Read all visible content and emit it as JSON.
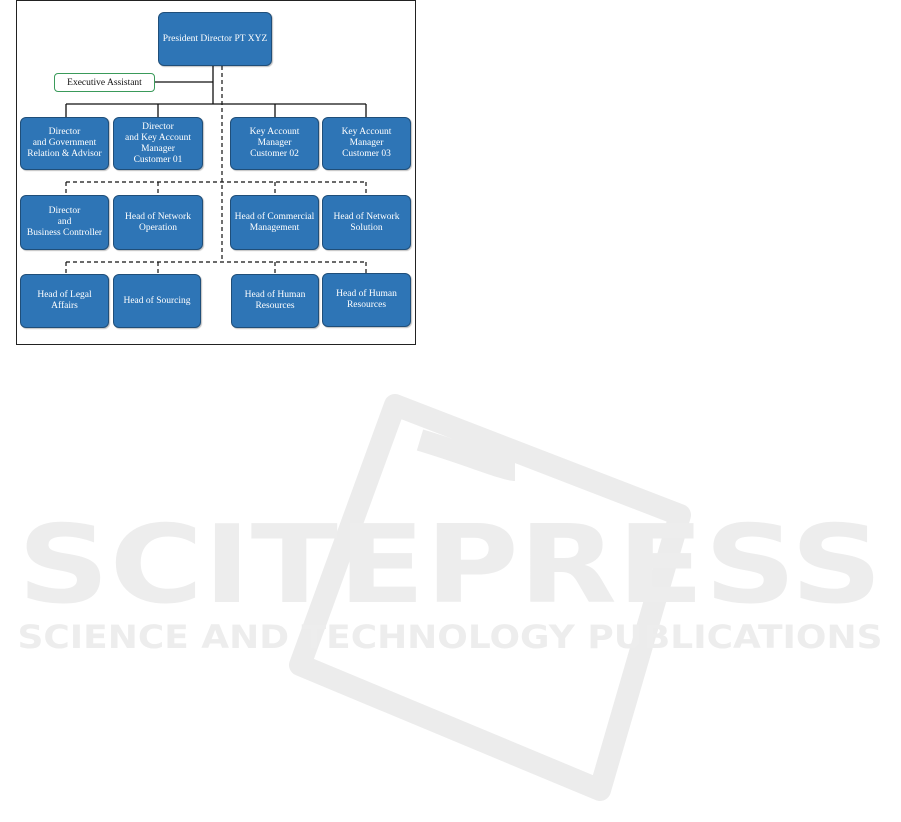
{
  "org_chart": {
    "president": "President Director PT XYZ",
    "assistant": "Executive Assistant",
    "row1": [
      "Director\nand Government\nRelation & Advisor",
      "Director\nand Key Account\nManager\nCustomer 01",
      "Key Account\nManager\nCustomer 02",
      "Key Account\nManager\nCustomer 03"
    ],
    "row2": [
      "Director\nand\nBusiness Controller",
      "Head of Network\nOperation",
      "Head of Commercial\nManagement",
      "Head of Network\nSolution"
    ],
    "row3": [
      "Head of Legal\nAffairs",
      "Head of Sourcing",
      "Head of Human\nResources",
      "Head of Human\nResources"
    ]
  },
  "watermark": {
    "title": "SCITEPRESS",
    "subtitle": "SCIENCE AND TECHNOLOGY PUBLICATIONS"
  },
  "colors": {
    "node_fill": "#2e75b6",
    "node_border": "#1f4e79",
    "assistant_border": "#3a9a5a",
    "watermark": "#ededed"
  }
}
